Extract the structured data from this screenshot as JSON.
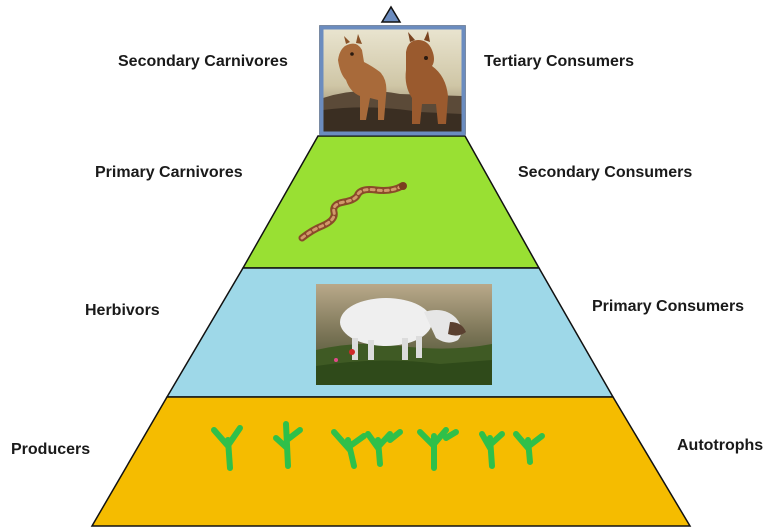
{
  "levels": [
    {
      "left_label": "Secondary Carnivores",
      "right_label": "Tertiary Consumers",
      "fill": "#ffffff",
      "frame_color": "#6b8cbf",
      "picture": "two-dogs-photo"
    },
    {
      "left_label": "Primary Carnivores",
      "right_label": "Secondary Consumers",
      "fill": "#99e033",
      "picture": "snake-illustration"
    },
    {
      "left_label": "Herbivors",
      "right_label": "Primary Consumers",
      "fill": "#9ed8e8",
      "picture": "goat-photo"
    },
    {
      "left_label": "Producers",
      "right_label": "Autotrophs",
      "fill": "#f5bc00",
      "picture": "green-plants-icons",
      "plant_color": "#2fc04a"
    }
  ],
  "outline_color": "#111111"
}
